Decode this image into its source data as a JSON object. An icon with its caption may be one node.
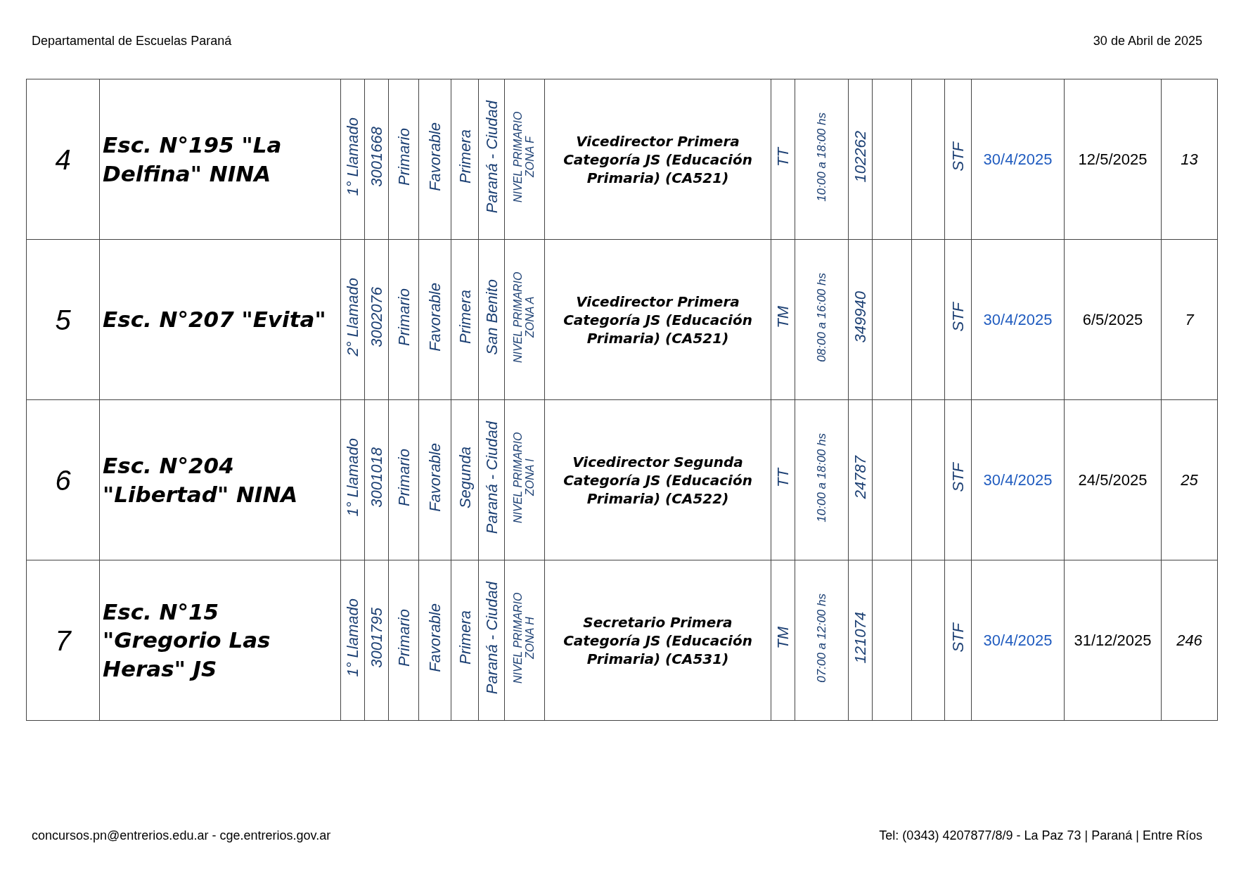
{
  "diagram": {
    "labels": [
      "Departamental de Escuelas Paraná",
      "30 de Abril de 2025",
      "4",
      "Esc. N°195 \"La Delfina\" NINA",
      "1° Llamado",
      "3001668",
      "Primario",
      "Favorable",
      "Primera",
      "Paraná - Ciudad",
      "NIVEL PRIMARIO ZONA F",
      "Vicedirector Primera Categoría JS (Educación Primaria) (CA521)",
      "TT",
      "10:00 a 18:00 hs",
      "102262",
      "STF",
      "30/4/2025",
      "12/5/2025",
      "13",
      "5",
      "Esc. N°207 \"Evita\"",
      "2° Llamado",
      "3002076",
      "Primario",
      "Favorable",
      "Primera",
      "San Benito",
      "NIVEL PRIMARIO ZONA A",
      "Vicedirector Primera Categoría JS (Educación Primaria) (CA521)",
      "TM",
      "08:00 a 16:00 hs",
      "349940",
      "STF",
      "30/4/2025",
      "6/5/2025",
      "7",
      "6",
      "Esc. N°204 \"Libertad\" NINA",
      "1° Llamado",
      "3001018",
      "Primario",
      "Favorable",
      "Segunda",
      "Paraná - Ciudad",
      "NIVEL PRIMARIO ZONA I",
      "Vicedirector Segunda Categoría JS (Educación Primaria) (CA522)",
      "TT",
      "10:00 a 18:00 hs",
      "24787",
      "STF",
      "30/4/2025",
      "24/5/2025",
      "25",
      "7",
      "Esc. N°15 \"Gregorio Las Heras\" JS",
      "1° Llamado",
      "3001795",
      "Primario",
      "Favorable",
      "Primera",
      "Paraná - Ciudad",
      "NIVEL PRIMARIO ZONA H",
      "Secretario Primera Categoría JS (Educación Primaria) (CA531)",
      "TM",
      "07:00 a 12:00 hs",
      "121074",
      "STF",
      "30/4/2025",
      "31/12/2025",
      "246",
      "concursos.pn@entrerios.edu.ar - cge.entrerios.gov.ar",
      "Tel: (0343) 4207877/8/9 - La Paz 73 | Paraná | Entre Ríos"
    ]
  }
}
